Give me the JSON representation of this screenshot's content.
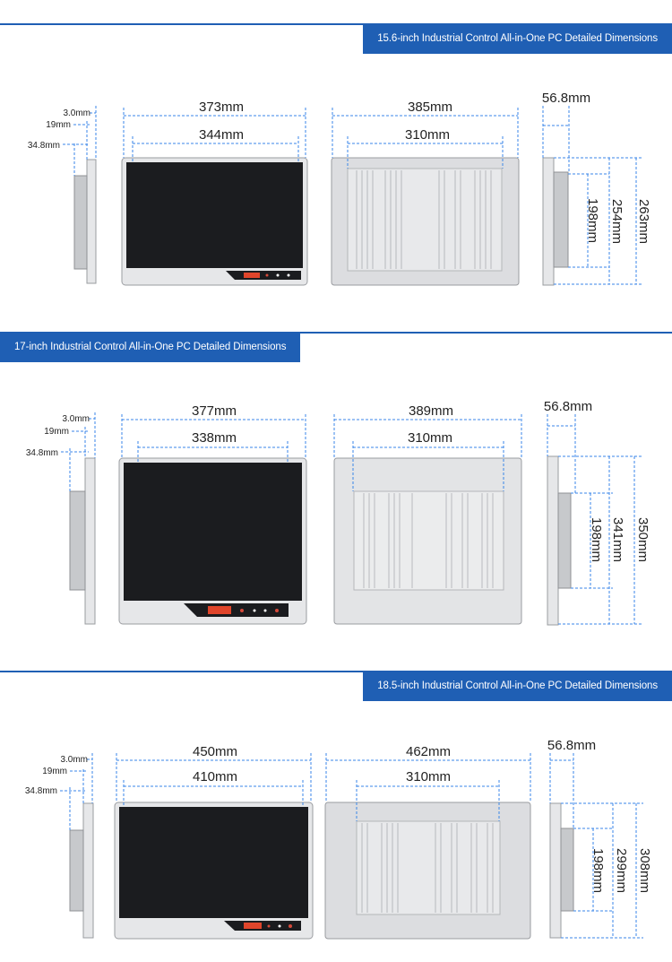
{
  "sections": [
    {
      "title": "15.6-inch Industrial Control All-in-One PC Detailed Dimensions",
      "side_dims": {
        "bezel": "3.0mm",
        "panel": "19mm",
        "depth": "34.8mm"
      },
      "front": {
        "overall_width": "373mm",
        "screen_width": "344mm"
      },
      "back": {
        "overall_width": "385mm",
        "mount_width": "310mm"
      },
      "profile": {
        "thickness": "56.8mm",
        "mount_height": "198mm",
        "inner_height": "254mm",
        "overall_height": "263mm"
      }
    },
    {
      "title": "17-inch Industrial Control All-in-One PC Detailed Dimensions",
      "side_dims": {
        "bezel": "3.0mm",
        "panel": "19mm",
        "depth": "34.8mm"
      },
      "front": {
        "overall_width": "377mm",
        "screen_width": "338mm"
      },
      "back": {
        "overall_width": "389mm",
        "mount_width": "310mm"
      },
      "profile": {
        "thickness": "56.8mm",
        "mount_height": "198mm",
        "inner_height": "341mm",
        "overall_height": "350mm"
      }
    },
    {
      "title": "18.5-inch Industrial Control All-in-One PC Detailed Dimensions",
      "side_dims": {
        "bezel": "3.0mm",
        "panel": "19mm",
        "depth": "34.8mm"
      },
      "front": {
        "overall_width": "450mm",
        "screen_width": "410mm"
      },
      "back": {
        "overall_width": "462mm",
        "mount_width": "310mm"
      },
      "profile": {
        "thickness": "56.8mm",
        "mount_height": "198mm",
        "inner_height": "299mm",
        "overall_height": "308mm"
      }
    }
  ],
  "colors": {
    "accent": "#1f5fb4",
    "dimension_line": "#3a86e8",
    "bezel": "#e6e7e9",
    "screen": "#1b1c1f",
    "back_panel": "#dcdde0"
  }
}
